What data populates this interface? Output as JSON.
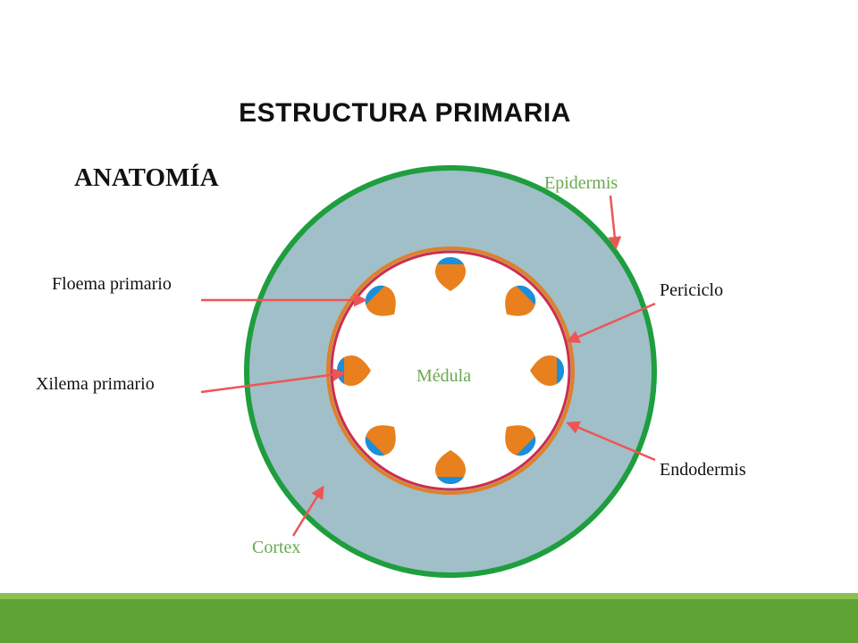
{
  "slide": {
    "title": "ESTRUCTURA PRIMARIA",
    "subtitle": "ANATOMÍA"
  },
  "labels": {
    "epidermis": "Epidermis",
    "floema": "Floema primario",
    "periciclo": "Periciclo",
    "xilema": "Xilema primario",
    "medula": "Médula",
    "endodermis": "Endodermis",
    "cortex": "Cortex"
  },
  "colors": {
    "epidermis": "#1e9e3e",
    "cortex": "#a0bfc8",
    "endodermis": "#e0802a",
    "periciclo": "#cf2d4a",
    "medula": "#ffffff",
    "phloem": "#e8801e",
    "xylem": "#1a8fdc",
    "arrow": "#ee5555",
    "green_label": "#6aa84f",
    "footer_light": "#8cc152",
    "footer_dark": "#5ea333"
  },
  "vascular_bundles": {
    "count": 8,
    "icon": "phloem-xylem-bundle"
  }
}
